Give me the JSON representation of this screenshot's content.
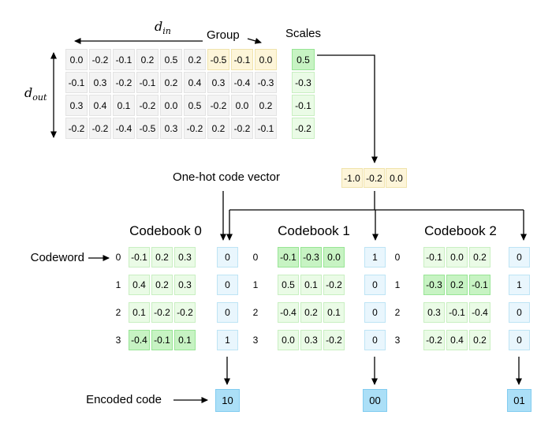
{
  "labels": {
    "d_in_base": "d",
    "d_in_sub": "in",
    "d_out_base": "d",
    "d_out_sub": "out",
    "group": "Group",
    "scales": "Scales",
    "one_hot": "One-hot code vector",
    "codeword": "Codeword",
    "encoded": "Encoded code"
  },
  "weight_matrix": {
    "rows": [
      [
        "0.0",
        "-0.2",
        "-0.1",
        "0.2",
        "0.5",
        "0.2",
        "-0.5",
        "-0.1",
        "0.0"
      ],
      [
        "-0.1",
        "0.3",
        "-0.2",
        "-0.1",
        "0.2",
        "0.4",
        "0.3",
        "-0.4",
        "-0.3"
      ],
      [
        "0.3",
        "0.4",
        "0.1",
        "-0.2",
        "0.0",
        "0.5",
        "-0.2",
        "0.0",
        "0.2"
      ],
      [
        "-0.2",
        "-0.2",
        "-0.4",
        "-0.5",
        "0.3",
        "-0.2",
        "0.2",
        "-0.2",
        "-0.1"
      ]
    ],
    "highlight": {
      "row": 0,
      "cols": [
        6,
        7,
        8
      ]
    }
  },
  "scales": {
    "values": [
      "0.5",
      "-0.3",
      "-0.1",
      "-0.2"
    ],
    "highlight_index": 0
  },
  "normalized_group": {
    "values": [
      "-1.0",
      "-0.2",
      "0.0"
    ]
  },
  "codebooks": [
    {
      "title": "Codebook 0",
      "row_indices": [
        "0",
        "1",
        "2",
        "3"
      ],
      "rows": [
        [
          "-0.1",
          "0.2",
          "0.3"
        ],
        [
          "0.4",
          "0.2",
          "0.3"
        ],
        [
          "0.1",
          "-0.2",
          "-0.2"
        ],
        [
          "-0.4",
          "-0.1",
          "0.1"
        ]
      ],
      "highlight_row": 3,
      "one_hot": [
        "0",
        "0",
        "0",
        "1"
      ],
      "encoded": "10"
    },
    {
      "title": "Codebook 1",
      "row_indices": [
        "0",
        "1",
        "2",
        "3"
      ],
      "rows": [
        [
          "-0.1",
          "-0.3",
          "0.0"
        ],
        [
          "0.5",
          "0.1",
          "-0.2"
        ],
        [
          "-0.4",
          "0.2",
          "0.1"
        ],
        [
          "0.0",
          "0.3",
          "-0.2"
        ]
      ],
      "highlight_row": 0,
      "one_hot": [
        "1",
        "0",
        "0",
        "0"
      ],
      "encoded": "00"
    },
    {
      "title": "Codebook 2",
      "row_indices": [
        "0",
        "1",
        "2",
        "3"
      ],
      "rows": [
        [
          "-0.1",
          "0.0",
          "0.2"
        ],
        [
          "-0.3",
          "0.2",
          "-0.1"
        ],
        [
          "0.3",
          "-0.1",
          "-0.4"
        ],
        [
          "-0.2",
          "0.4",
          "0.2"
        ]
      ],
      "highlight_row": 1,
      "one_hot": [
        "0",
        "1",
        "0",
        "0"
      ],
      "encoded": "01"
    }
  ],
  "colors": {
    "cell-gray": "#f3f3f3",
    "cell-gray-border": "#e3e3e3",
    "yellow": "#fdf5d9",
    "yellow-border": "#f0e3ac",
    "green-light": "#eafbe6",
    "green-light-border": "#c9efc2",
    "green-dark": "#c7f3c3",
    "green-dark-border": "#98e595",
    "blue-light": "#e9f6fd",
    "blue-light-border": "#bee4f5",
    "blue-dark": "#abdff7",
    "blue-dark-border": "#82ccf0",
    "ink": "#000000"
  }
}
